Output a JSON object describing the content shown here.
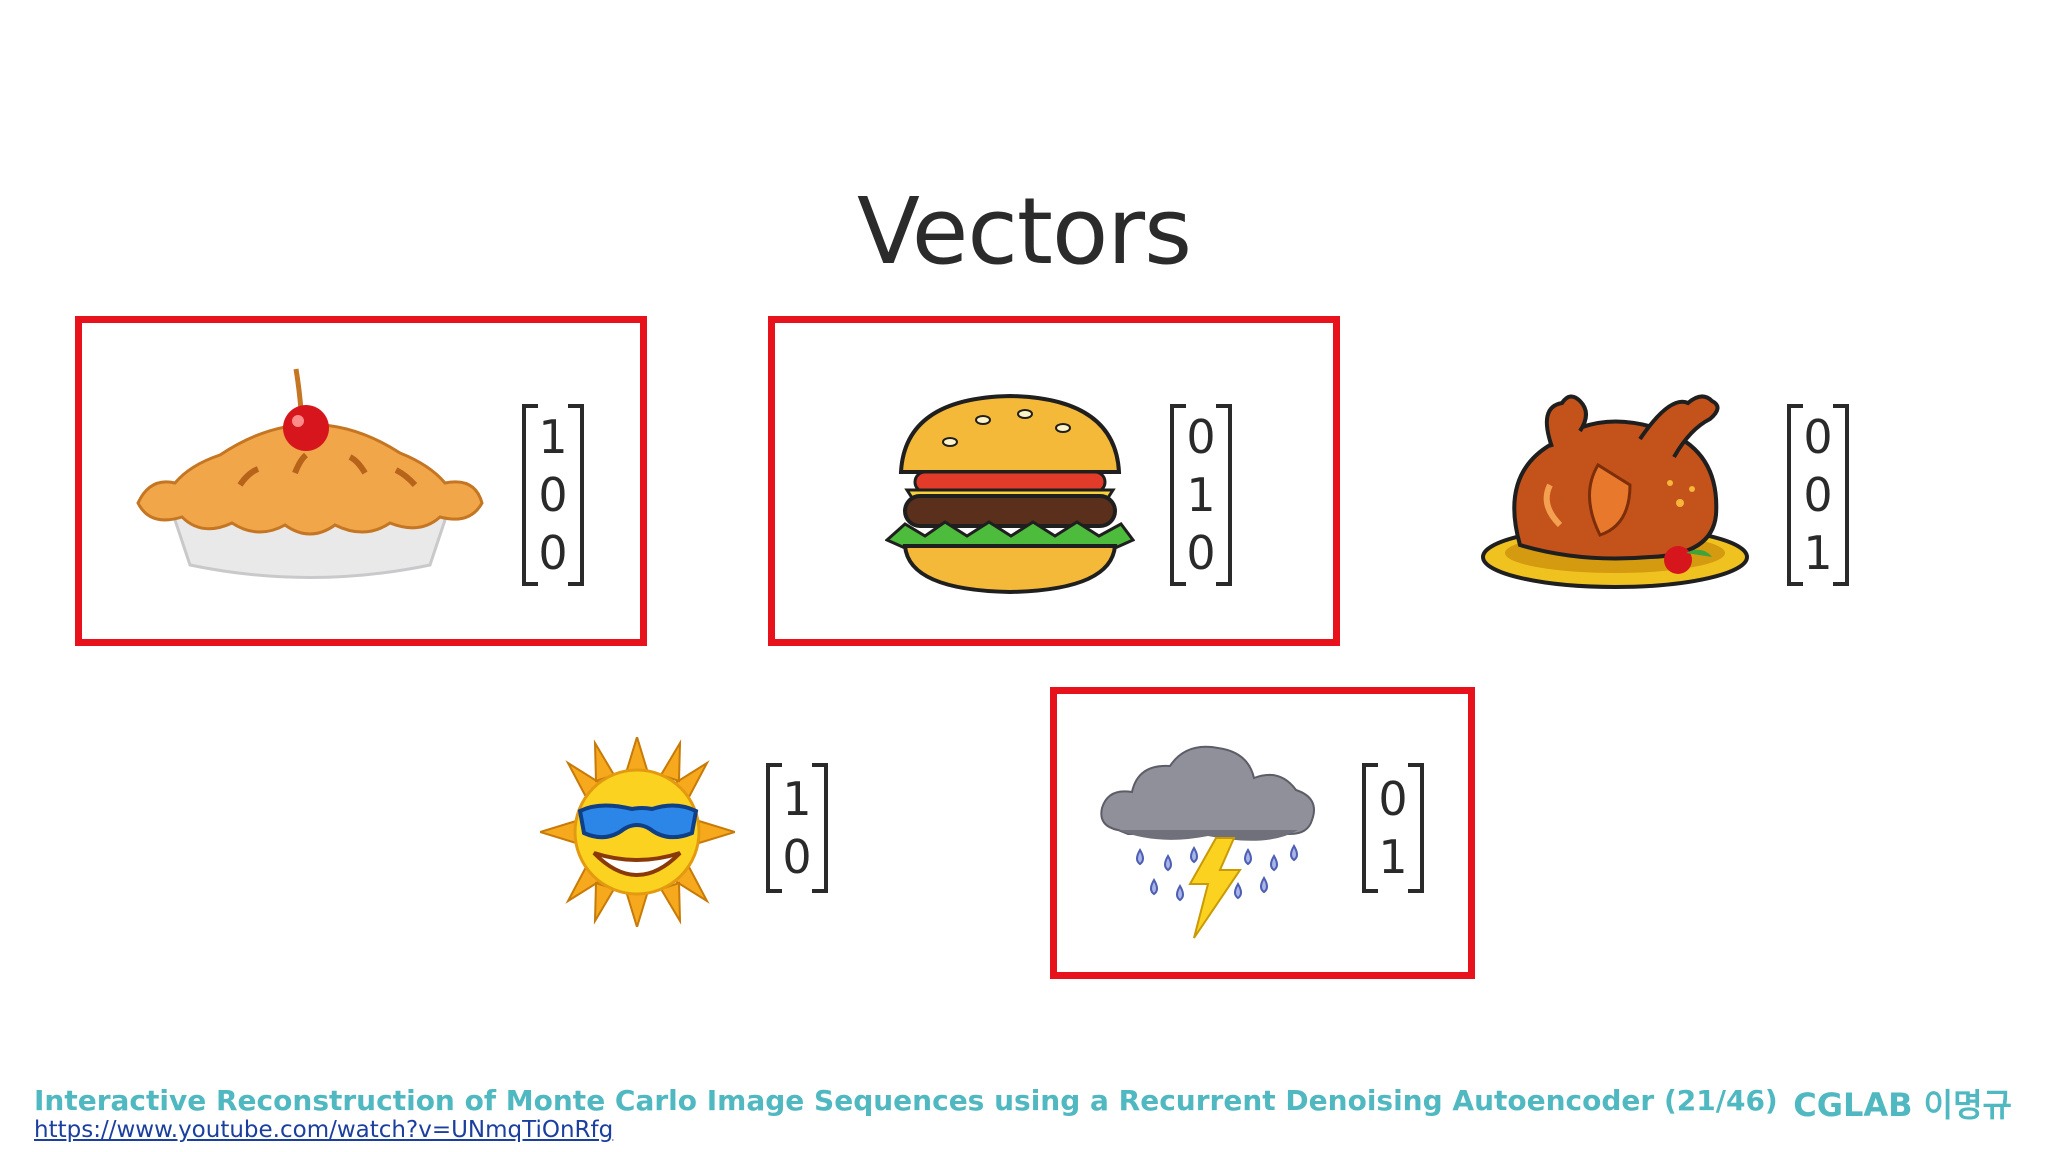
{
  "slide": {
    "title": "Vectors",
    "footer_title": "Interactive Reconstruction of Monte Carlo Image Sequences using a Recurrent Denoising Autoencoder (21/46)",
    "footer_link": "https://www.youtube.com/watch?v=UNmqTiOnRfg",
    "author": "CGLAB 이명규"
  },
  "colors": {
    "highlight": "#e8121d",
    "footer_text": "#4fb8c0",
    "link": "#1b3f9e"
  },
  "items": {
    "pie": {
      "icon": "pie-icon",
      "highlighted": true,
      "vector": [
        "1",
        "0",
        "0"
      ]
    },
    "burger": {
      "icon": "burger-icon",
      "highlighted": true,
      "vector": [
        "0",
        "1",
        "0"
      ]
    },
    "chicken": {
      "icon": "roast-chicken-icon",
      "highlighted": false,
      "vector": [
        "0",
        "0",
        "1"
      ]
    },
    "sun": {
      "icon": "sun-icon",
      "highlighted": false,
      "vector": [
        "1",
        "0"
      ]
    },
    "storm": {
      "icon": "storm-cloud-icon",
      "highlighted": true,
      "vector": [
        "0",
        "1"
      ]
    }
  }
}
